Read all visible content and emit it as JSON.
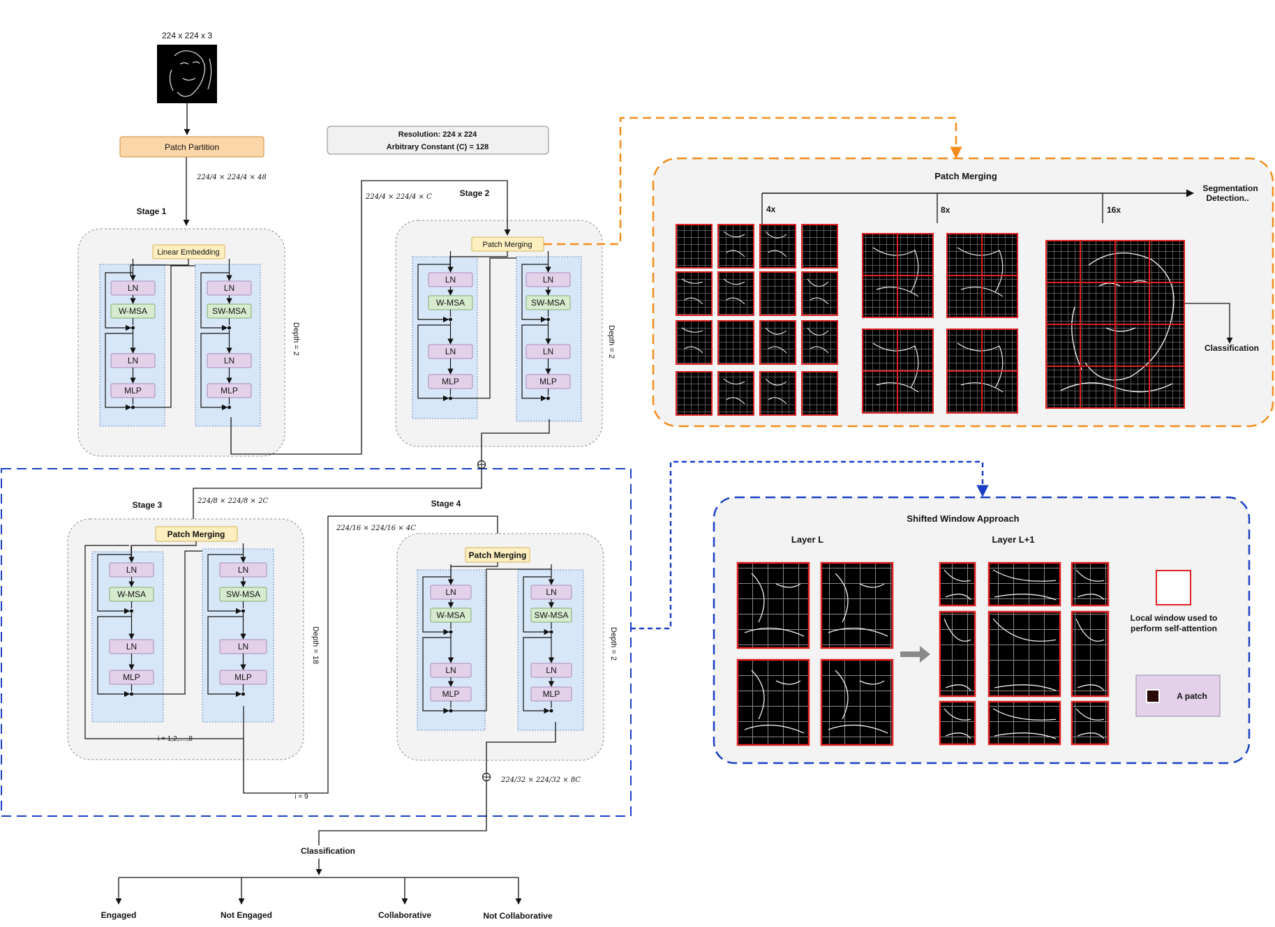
{
  "input": {
    "size_label": "224 x 224 x 3"
  },
  "patch_partition": {
    "label": "Patch Partition",
    "dims": "224/4 × 224/4 × 48"
  },
  "info_box": {
    "line1": "Resolution: 224 x 224",
    "line2": "Arbitrary Constant (C) = 128"
  },
  "stage1": {
    "title": "Stage 1",
    "embed": "Linear Embedding",
    "depth": "Depth = 2",
    "left": {
      "ln1": "LN",
      "attn": "W-MSA",
      "ln2": "LN",
      "mlp": "MLP"
    },
    "right": {
      "ln1": "LN",
      "attn": "SW-MSA",
      "ln2": "LN",
      "mlp": "MLP"
    }
  },
  "stage2": {
    "title": "Stage 2",
    "merge": "Patch Merging",
    "depth": "Depth = 2",
    "dims": "224/4 × 224/4 × C",
    "left": {
      "ln1": "LN",
      "attn": "W-MSA",
      "ln2": "LN",
      "mlp": "MLP"
    },
    "right": {
      "ln1": "LN",
      "attn": "SW-MSA",
      "ln2": "LN",
      "mlp": "MLP"
    }
  },
  "stage3": {
    "title": "Stage 3",
    "merge": "Patch Merging",
    "depth": "Depth = 18",
    "dims": "224/8 × 224/8 × 2C",
    "loop": "i = 1,2,....,8",
    "exit": "i = 9",
    "left": {
      "ln1": "LN",
      "attn": "W-MSA",
      "ln2": "LN",
      "mlp": "MLP"
    },
    "right": {
      "ln1": "LN",
      "attn": "SW-MSA",
      "ln2": "LN",
      "mlp": "MLP"
    }
  },
  "stage4": {
    "title": "Stage 4",
    "merge": "Patch Merging",
    "depth": "Depth = 2",
    "dims_in": "224/16 × 224/16 × 4C",
    "dims_out": "224/32 × 224/32 × 8C",
    "left": {
      "ln1": "LN",
      "attn": "W-MSA",
      "ln2": "LN",
      "mlp": "MLP"
    },
    "right": {
      "ln1": "LN",
      "attn": "SW-MSA",
      "ln2": "LN",
      "mlp": "MLP"
    }
  },
  "classification": {
    "title": "Classification",
    "classes": [
      "Engaged",
      "Not Engaged",
      "Collaborative",
      "Not Collaborative"
    ]
  },
  "patch_merging_panel": {
    "title": "Patch Merging",
    "scales": [
      "4x",
      "8x",
      "16x"
    ],
    "seg_line1": "Segmentation",
    "seg_line2": "Detection..",
    "classification": "Classification"
  },
  "shifted_window_panel": {
    "title": "Shifted Window Approach",
    "layer_l": "Layer L",
    "layer_l1": "Layer L+1",
    "legend_window_line1": "Local window used to",
    "legend_window_line2": "perform self-attention",
    "legend_patch": "A patch"
  },
  "colors": {
    "orange_dashed": "#f28c1a",
    "blue_dashed": "#1a3fc4",
    "block_ln": "#e3d1ea",
    "block_attn": "#d7ebcf",
    "block_embed": "#fdefc0",
    "partition": "#fbd6a8",
    "column_fill": "#d8e7f8",
    "window_red": "#e02020"
  }
}
